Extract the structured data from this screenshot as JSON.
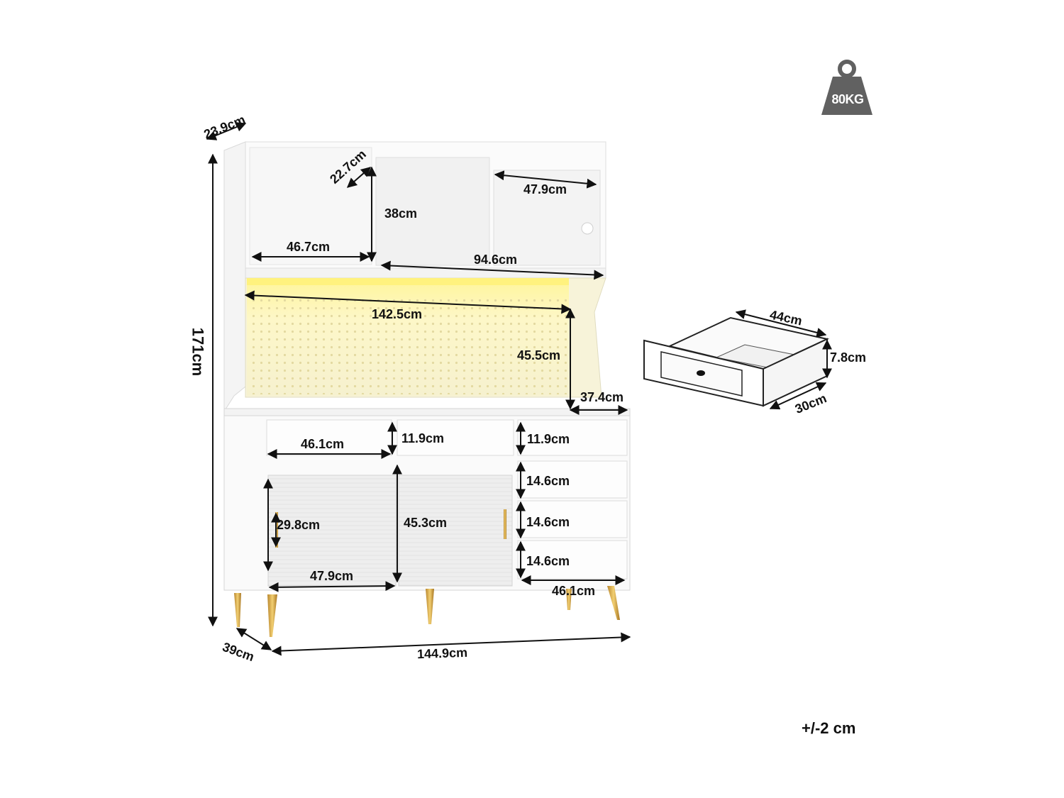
{
  "weight_badge": {
    "label": "80KG"
  },
  "tolerance": "+/-2 cm",
  "dimensions": {
    "top_depth": "23.9cm",
    "top_shelf_depth": "22.7cm",
    "top_width_right": "47.9cm",
    "top_height": "38cm",
    "top_width_left": "46.7cm",
    "top_width_combined": "94.6cm",
    "pegboard_width": "142.5cm",
    "pegboard_height": "45.5cm",
    "total_height": "171cm",
    "side_depth": "37.4cm",
    "drawer_left_width": "46.1cm",
    "drawer_mid_height": "11.9cm",
    "drawer_right_height": "11.9cm",
    "drawer_row_2": "14.6cm",
    "drawer_row_3": "14.6cm",
    "drawer_row_4": "14.6cm",
    "door_handle_height": "29.8cm",
    "cabinet_height": "45.3cm",
    "door_width": "47.9cm",
    "right_drawer_width": "46.1cm",
    "base_depth": "39cm",
    "total_width": "144.9cm"
  },
  "drawer_detail": {
    "width": "44cm",
    "height": "7.8cm",
    "depth": "30cm"
  }
}
